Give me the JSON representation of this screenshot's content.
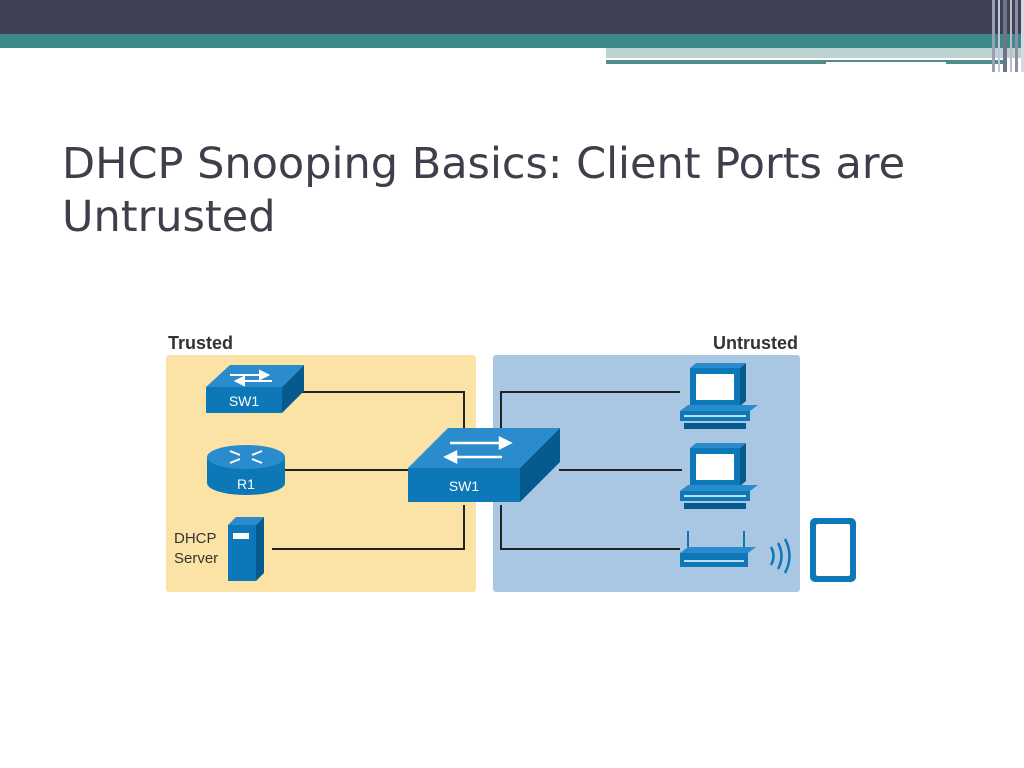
{
  "slide": {
    "title": "DHCP Snooping Basics: Client Ports are Untrusted"
  },
  "diagram": {
    "trusted_label": "Trusted",
    "untrusted_label": "Untrusted",
    "trusted_devices": {
      "switch_label": "SW1",
      "router_label": "R1",
      "server_label_line1": "DHCP",
      "server_label_line2": "Server"
    },
    "central_switch_label": "SW1",
    "colors": {
      "trusted_zone": "#fbe3a6",
      "untrusted_zone": "#a9c6e3",
      "device_blue": "#0c78b8",
      "device_dark": "#075a8e"
    }
  }
}
